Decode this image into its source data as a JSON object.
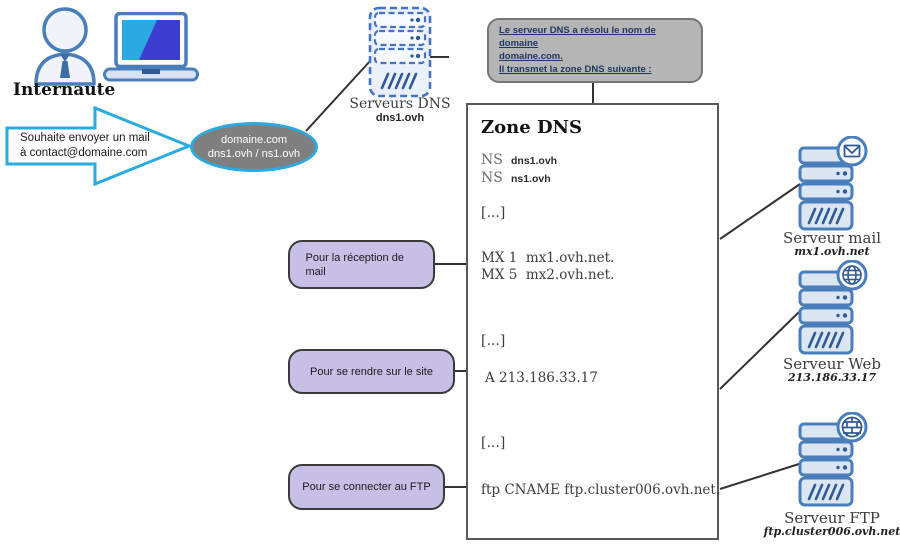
{
  "colors": {
    "accent_cyan": "#29abe2",
    "icon_blue": "#4a7ebb",
    "icon_fill": "#dce6f3",
    "dark_blue": "#2f5a96",
    "ellipse_gray": "#7f7f7f",
    "callout_gray": "#b5b5b5",
    "callout_text": "#1f3864",
    "annotation_purple": "#c8bfe7",
    "line_dark": "#333333"
  },
  "internaute": {
    "label": "Internaute"
  },
  "request_arrow": {
    "line1": "Souhaite envoyer un mail",
    "line2": "à contact@domaine.com"
  },
  "domain_ellipse": {
    "line1": "domaine.com",
    "line2": "dns1.ovh / ns1.ovh"
  },
  "dns_servers": {
    "label": "Serveurs DNS",
    "sublabel": "dns1.ovh"
  },
  "callout": {
    "line1": "Le serveur DNS a résolu le nom de domaine",
    "line2": "domaine.com.",
    "line3": "Il transmet la zone DNS suivante :"
  },
  "zone": {
    "title": "Zone DNS",
    "ns": [
      {
        "type": "NS",
        "value": "dns1.ovh"
      },
      {
        "type": "NS",
        "value": "ns1.ovh"
      }
    ],
    "gap1": "[...]",
    "mx": [
      "MX 1  mx1.ovh.net.",
      "MX 5  mx2.ovh.net."
    ],
    "gap2": "[...]",
    "a_record": "A 213.186.33.17",
    "gap3": "[...]",
    "cname_record": "ftp CNAME ftp.cluster006.ovh.net."
  },
  "annotations": [
    "Pour la réception de mail",
    "Pour se rendre sur le site",
    "Pour se connecter au FTP"
  ],
  "servers": [
    {
      "name": "Serveur mail",
      "detail": "mx1.ovh.net",
      "badge": "envelope"
    },
    {
      "name": "Serveur Web",
      "detail": "213.186.33.17",
      "badge": "globe"
    },
    {
      "name": "Serveur FTP",
      "detail": "ftp.cluster006.ovh.net",
      "badge": "firewall"
    }
  ]
}
